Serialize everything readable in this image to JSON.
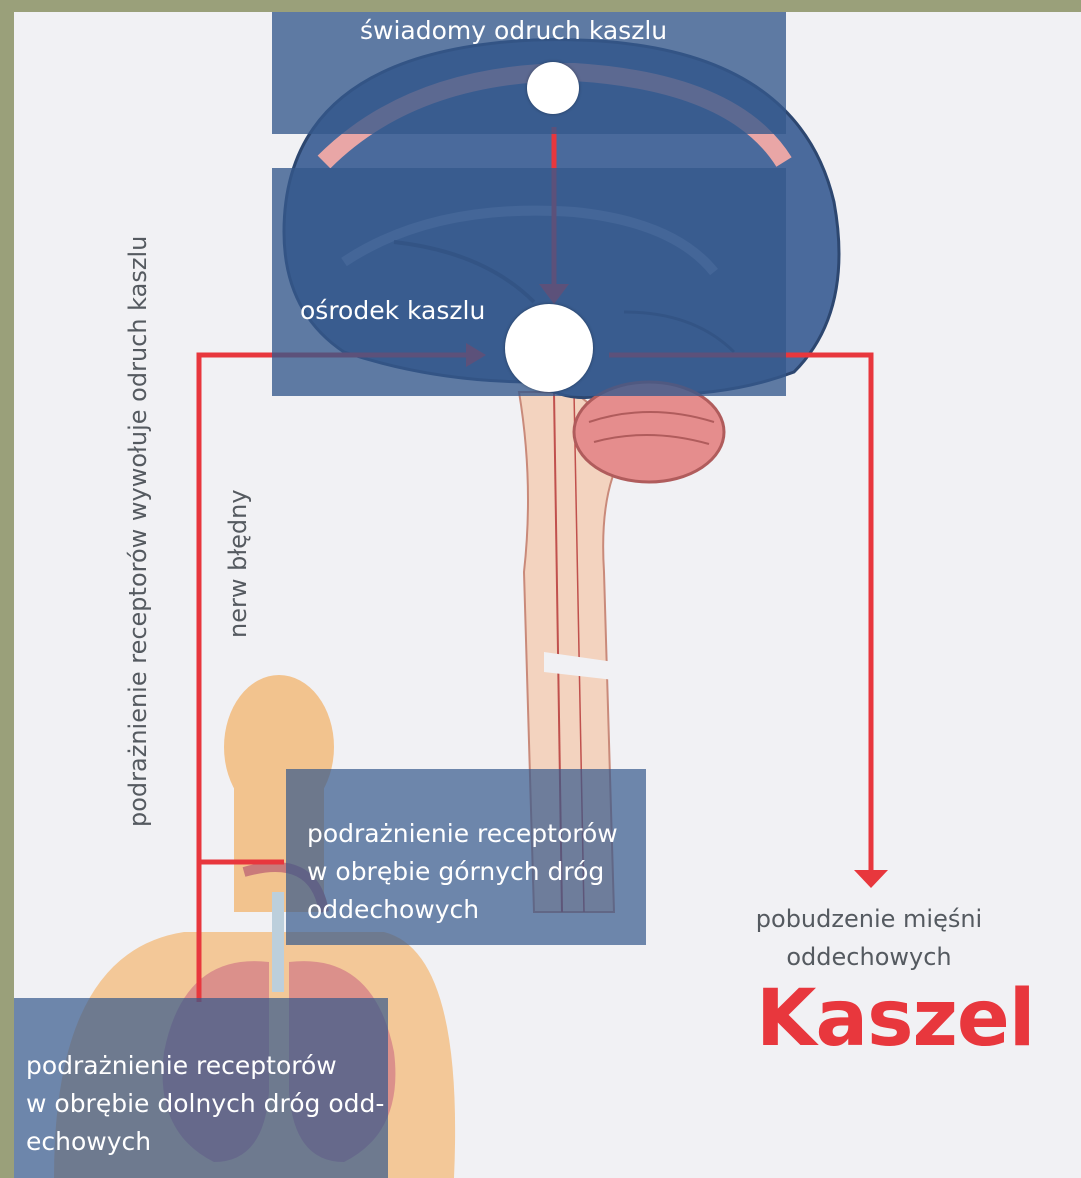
{
  "labels": {
    "top": "świadomy odruch kaszlu",
    "center": "ośrodek kaszlu",
    "upper_airways": [
      "podrażnienie receptorów",
      "w obrębie górnych dróg",
      "oddechowych"
    ],
    "lower_airways": [
      "podrażnienie receptorów",
      "w obrębie dolnych dróg odd-",
      "echowych"
    ],
    "vertical_long": "podrażnienie receptorów wywołuje odruch kaszlu",
    "vertical_short": "nerw błędny",
    "muscles": [
      "pobudzenie mięśni",
      "oddechowych"
    ],
    "result": "Kaszel"
  },
  "colors": {
    "arrow": "#e8373d",
    "box": "#34588c",
    "brain": "#3f5a86",
    "spine": "#f0c8b0",
    "skin": "#f2c38e",
    "lungs": "#d88a8a"
  }
}
